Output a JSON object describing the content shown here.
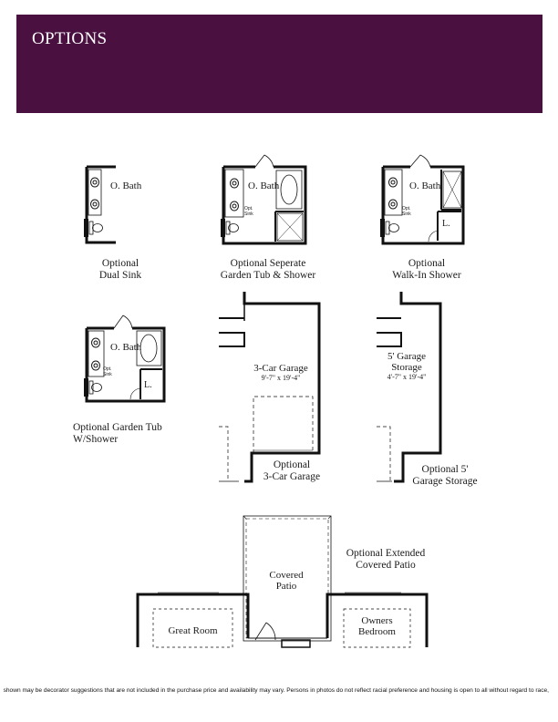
{
  "header": {
    "title": "OPTIONS"
  },
  "options": {
    "dual_sink": {
      "room": "O. Bath",
      "caption_line1": "Optional",
      "caption_line2": "Dual Sink"
    },
    "separate_tub": {
      "room": "O. Bath",
      "opt_sink": "Opt. Sink",
      "caption_line1": "Optional Seperate",
      "caption_line2": "Garden Tub & Shower"
    },
    "walk_in": {
      "room": "O. Bath",
      "opt_sink": "Opt. Sink",
      "laundry": "L.",
      "caption_line1": "Optional",
      "caption_line2": "Walk-In Shower"
    },
    "garden_tub": {
      "room": "O. Bath",
      "opt_sink": "Opt. Sink",
      "laundry": "L.",
      "caption_line1": "Optional Garden Tub",
      "caption_line2": "W/Shower"
    },
    "three_car": {
      "room": "3-Car Garage",
      "dims": "9'-7\" x 19'-4\"",
      "caption_line1": "Optional",
      "caption_line2": "3-Car Garage"
    },
    "garage_storage": {
      "room_line1": "5' Garage",
      "room_line2": "Storage",
      "dims": "4'-7\" x 19'-4\"",
      "caption_line1": "Optional 5'",
      "caption_line2": "Garage Storage"
    },
    "patio": {
      "room_line1": "Covered",
      "room_line2": "Patio",
      "great_room": "Great Room",
      "owners_line1": "Owners",
      "owners_line2": "Bedroom",
      "caption_line1": "Optional Extended",
      "caption_line2": "Covered Patio"
    }
  },
  "footer": {
    "disclaimer": "shown may be decorator suggestions that are not included in the purchase price and availability may vary. Persons in photos do not reflect racial preference and housing is open to all without regard to race,"
  }
}
